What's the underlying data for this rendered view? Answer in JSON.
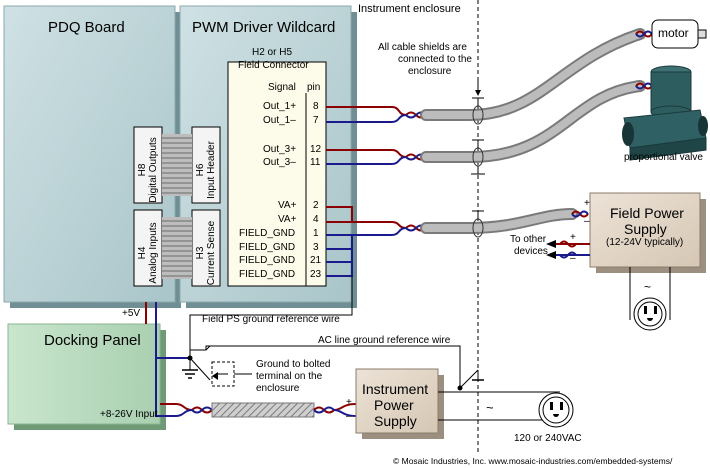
{
  "boards": {
    "pdq": "PDQ Board",
    "pwm": "PWM Driver Wildcard",
    "docking": "Docking Panel"
  },
  "enclosure_label": "Instrument enclosure",
  "connectors": {
    "h8_line1": "H8",
    "h8_line2": "Digital Outputs",
    "h6_line1": "H6",
    "h6_line2": "Input Header",
    "h4_line1": "H4",
    "h4_line2": "Analog Inputs",
    "h3_line1": "H3",
    "h3_line2": "Current Sense",
    "field_title1": "H2 or H5",
    "field_title2": "Field Connector",
    "col_signal": "Signal",
    "col_pin": "pin"
  },
  "pins": [
    {
      "signal": "Out_1+",
      "pin": "8"
    },
    {
      "signal": "Out_1–",
      "pin": "7"
    },
    {
      "signal": "Out_3+",
      "pin": "12"
    },
    {
      "signal": "Out_3–",
      "pin": "11"
    },
    {
      "signal": "VA+",
      "pin": "2"
    },
    {
      "signal": "VA+",
      "pin": "4"
    },
    {
      "signal": "FIELD_GND",
      "pin": "1"
    },
    {
      "signal": "FIELD_GND",
      "pin": "3"
    },
    {
      "signal": "FIELD_GND",
      "pin": "21"
    },
    {
      "signal": "FIELD_GND",
      "pin": "23"
    }
  ],
  "labels": {
    "shields1": "All cable shields are",
    "shields2": "connected to the",
    "shields3": "enclosure",
    "motor": "motor",
    "valve": "proportional valve",
    "fps1": "Field Power",
    "fps2": "Supply",
    "fps3": "(12-24V typically)",
    "other1": "To other",
    "other2": "devices",
    "plus5v": "+5V",
    "field_ps_ref": "Field PS ground reference wire",
    "ac_ref": "AC line ground reference wire",
    "gnd1": "Ground  to bolted",
    "gnd2": "terminal on the",
    "gnd3": "enclosure",
    "input": "+8-26V Input",
    "ips1": "Instrument",
    "ips2": "Power",
    "ips3": "Supply",
    "mains": "120 or 240VAC",
    "copyright": "© Mosaic Industries, Inc. www.mosaic-industries.com/embedded-systems/",
    "plus": "+",
    "minus": "–",
    "tilde": "~"
  },
  "colors": {
    "board_fill": "#b4cfd3",
    "wire_red": "#8b0000",
    "wire_blue": "#1a1a8c",
    "cable_gray": "#9a9a9a",
    "supply_fill": "#e3d6c6",
    "valve_fill": "#2e5d5f"
  }
}
